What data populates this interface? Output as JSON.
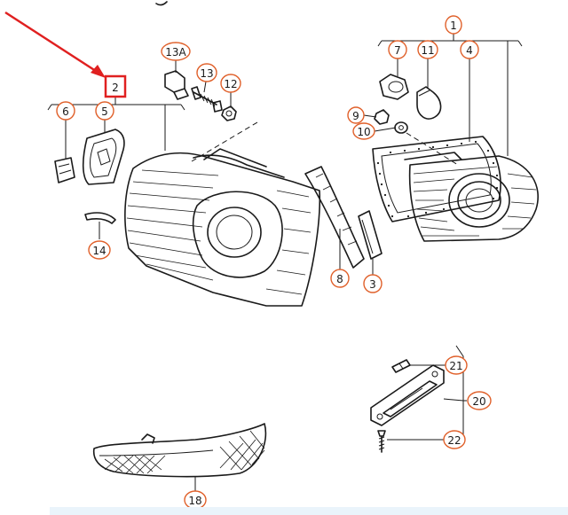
{
  "callouts": [
    {
      "label": "1",
      "color": "#e0602a"
    },
    {
      "label": "2",
      "color": "#1a1a1a",
      "highlight": "#e02020"
    },
    {
      "label": "3",
      "color": "#e0602a"
    },
    {
      "label": "4",
      "color": "#e0602a"
    },
    {
      "label": "5",
      "color": "#e0602a"
    },
    {
      "label": "6",
      "color": "#e0602a"
    },
    {
      "label": "7",
      "color": "#e0602a"
    },
    {
      "label": "8",
      "color": "#e0602a"
    },
    {
      "label": "9",
      "color": "#e0602a"
    },
    {
      "label": "10",
      "color": "#e0602a"
    },
    {
      "label": "11",
      "color": "#e0602a"
    },
    {
      "label": "12",
      "color": "#e0602a"
    },
    {
      "label": "13",
      "color": "#e0602a"
    },
    {
      "label": "13A",
      "color": "#e0602a"
    },
    {
      "label": "14",
      "color": "#e0602a"
    },
    {
      "label": "18",
      "color": "#e0602a"
    },
    {
      "label": "20",
      "color": "#e0602a"
    },
    {
      "label": "21",
      "color": "#e0602a"
    },
    {
      "label": "22",
      "color": "#e0602a"
    }
  ],
  "colors": {
    "line": "#1a1a1a",
    "arrow": "#e02020",
    "band": "#eaf4fb"
  }
}
